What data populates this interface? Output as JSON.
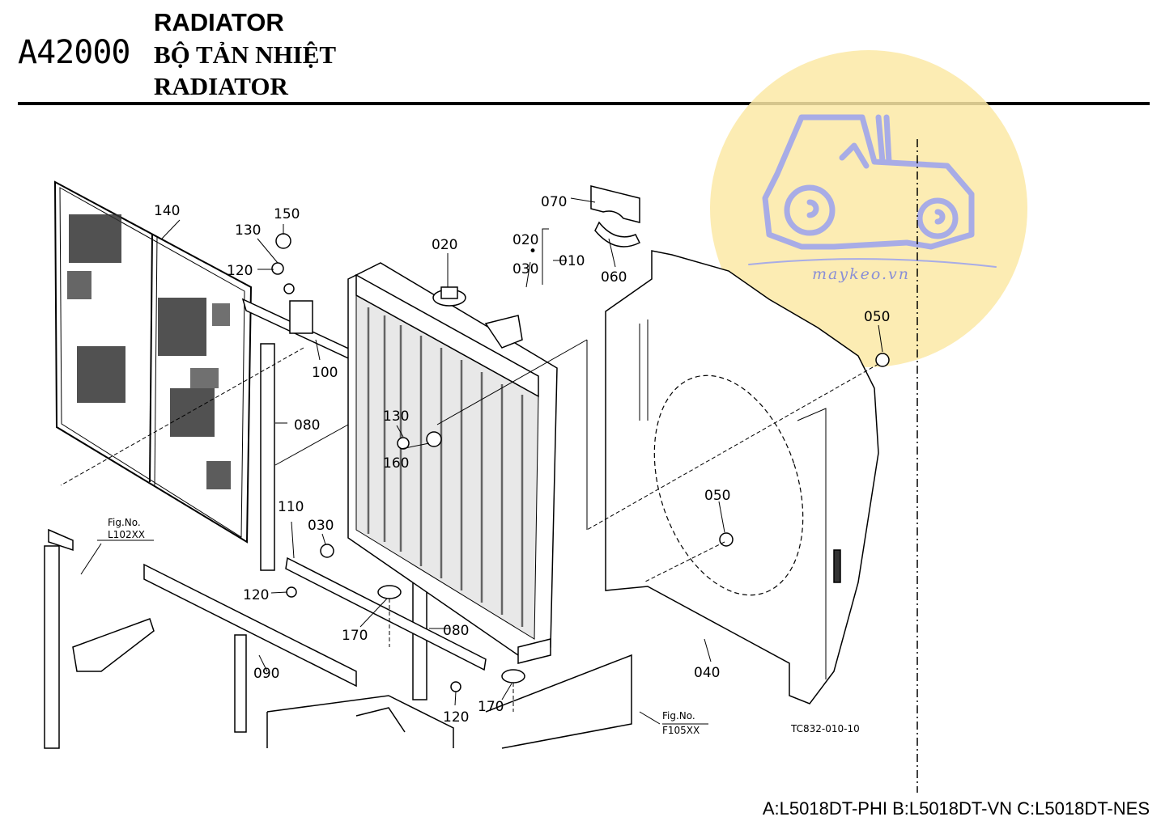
{
  "header": {
    "code": "A42000",
    "title_1": "RADIATOR",
    "title_2": "BỘ TẢN NHIỆT",
    "title_3": "RADIATOR"
  },
  "watermark": {
    "text": "maykeo.vn",
    "circle_color": "#fbe9a6",
    "logo_color": "#a8ace6"
  },
  "callouts": {
    "p140": "140",
    "p150": "150",
    "p130a": "130",
    "p120a": "120",
    "p020a": "020",
    "p020b": "020",
    "p030a": "030",
    "p010": "010",
    "p070": "070",
    "p060": "060",
    "p050a": "050",
    "p100": "100",
    "p080a": "080",
    "p130b": "130",
    "p160": "160",
    "p050b": "050",
    "p110": "110",
    "p030b": "030",
    "p120b": "120",
    "p170a": "170",
    "p080b": "080",
    "p090": "090",
    "p040": "040",
    "p120c": "120",
    "p170b": "170"
  },
  "figrefs": {
    "fig1_label": "Fig.No.",
    "fig1_code": "L102XX",
    "fig2_label": "Fig.No.",
    "fig2_code": "F105XX"
  },
  "drawing_code": "TC832-010-10",
  "footer": "A:L5018DT-PHI B:L5018DT-VN C:L5018DT-NES"
}
